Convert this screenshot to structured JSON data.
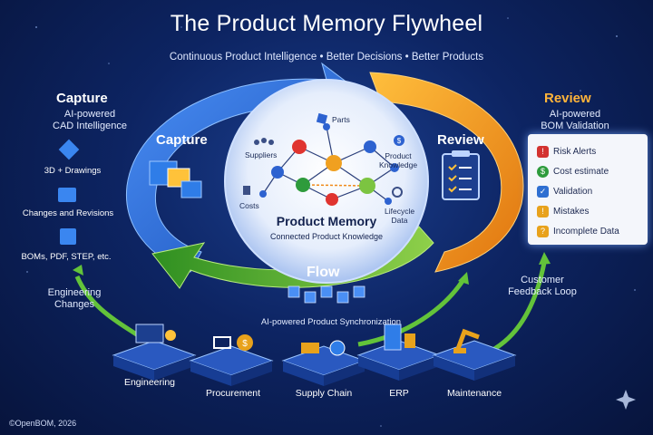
{
  "header": {
    "title": "The Product Memory Flywheel",
    "subtitle": "Continuous Product Intelligence • Better Decisions • Better Products"
  },
  "left": {
    "title": "Capture",
    "subtitle_1": "AI-powered",
    "subtitle_2": "CAD Intelligence",
    "items": [
      "3D + Drawings",
      "Changes and Revisions",
      "BOMs, PDF, STEP, etc."
    ],
    "engineering_changes_1": "Engineering",
    "engineering_changes_2": "Changes"
  },
  "ring": {
    "capture_label": "Capture",
    "review_label": "Review",
    "flow_label": "Flow"
  },
  "hub": {
    "title": "Product Memory",
    "subtitle": "Connected Product Knowledge",
    "nodes": {
      "parts": "Parts",
      "suppliers": "Suppliers",
      "product_knowledge_1": "Product",
      "product_knowledge_2": "Knowledge",
      "costs": "Costs",
      "lifecycle_1": "Lifecycle",
      "lifecycle_2": "Data"
    }
  },
  "right": {
    "title": "Review",
    "subtitle_1": "AI-powered",
    "subtitle_2": "BOM Validation",
    "checks": [
      {
        "label": "Risk Alerts",
        "color": "#d3322f",
        "icon": "!"
      },
      {
        "label": "Cost estimate",
        "color": "#2e9b3c",
        "icon": "$"
      },
      {
        "label": "Validation",
        "color": "#2f6fd1",
        "icon": "✓"
      },
      {
        "label": "Mistakes",
        "color": "#e8a21c",
        "icon": "!"
      },
      {
        "label": "Incomplete Data",
        "color": "#e8a21c",
        "icon": "?"
      }
    ],
    "feedback_1": "Customer",
    "feedback_2": "Feedback Loop"
  },
  "flow": {
    "sync_label": "AI-powered Product Synchronization"
  },
  "bottom": {
    "items": [
      "Engineering",
      "Procurement",
      "Supply Chain",
      "ERP",
      "Maintenance"
    ]
  },
  "footer": {
    "copyright": "©OpenBOM, 2026"
  },
  "colors": {
    "blue_arc": "#2d6fe0",
    "orange_arc": "#f29a1a",
    "green_arc": "#4cb52e",
    "background": "#0d2462"
  },
  "icons": [
    "cube-icon",
    "document-icon",
    "file-icon",
    "clipboard-icon",
    "monitor-icon",
    "cart-icon",
    "truck-icon",
    "server-icon",
    "robot-arm-icon"
  ]
}
